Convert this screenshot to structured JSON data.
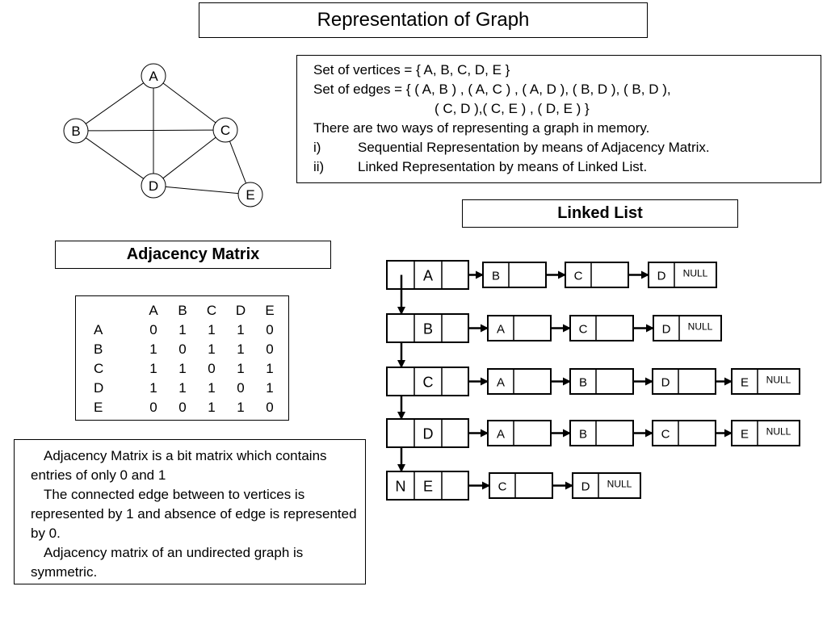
{
  "title": "Representation of Graph",
  "info": {
    "line1": "Set of vertices = { A, B, C, D, E }",
    "line2": "Set of edges = { ( A, B ) , ( A, C ) , ( A, D ), ( B, D ), ( B, D ),",
    "line3": "( C, D ),( C, E ) , ( D, E ) }",
    "line4": "There are two ways of representing a  graph in memory.",
    "item1_num": "i)",
    "item1_text": "Sequential Representation by means of Adjacency Matrix.",
    "item2_num": "ii)",
    "item2_text": "Linked Representation by means of Linked List."
  },
  "linked_list_title": "Linked List",
  "adjacency_matrix_title": "Adjacency Matrix",
  "graph": {
    "nodes": [
      "A",
      "B",
      "C",
      "D",
      "E"
    ],
    "edges": [
      [
        "A",
        "B"
      ],
      [
        "A",
        "C"
      ],
      [
        "A",
        "D"
      ],
      [
        "B",
        "C"
      ],
      [
        "B",
        "D"
      ],
      [
        "C",
        "D"
      ],
      [
        "C",
        "E"
      ],
      [
        "D",
        "E"
      ]
    ]
  },
  "matrix": {
    "headers": [
      "A",
      "B",
      "C",
      "D",
      "E"
    ],
    "rows": [
      {
        "label": "A",
        "values": [
          "0",
          "1",
          "1",
          "1",
          "0"
        ]
      },
      {
        "label": "B",
        "values": [
          "1",
          "0",
          "1",
          "1",
          "0"
        ]
      },
      {
        "label": "C",
        "values": [
          "1",
          "1",
          "0",
          "1",
          "1"
        ]
      },
      {
        "label": "D",
        "values": [
          "1",
          "1",
          "1",
          "0",
          "1"
        ]
      },
      {
        "label": "E",
        "values": [
          "0",
          "0",
          "1",
          "1",
          "0"
        ]
      }
    ]
  },
  "linked_lists": [
    {
      "left": "",
      "head": "A",
      "nodes": [
        "B",
        "C",
        "D"
      ]
    },
    {
      "left": "",
      "head": "B",
      "nodes": [
        "A",
        "C",
        "D"
      ]
    },
    {
      "left": "",
      "head": "C",
      "nodes": [
        "A",
        "B",
        "D",
        "E"
      ]
    },
    {
      "left": "",
      "head": "D",
      "nodes": [
        "A",
        "B",
        "C",
        "E"
      ]
    },
    {
      "left": "N",
      "head": "E",
      "nodes": [
        "C",
        "D"
      ]
    }
  ],
  "null_label": "NULL",
  "description": {
    "p1": "Adjacency Matrix is a bit matrix which contains entries of only 0 and 1",
    "p2": "The connected edge between to vertices is represented by 1 and absence of edge is represented by 0.",
    "p3": "Adjacency matrix of an undirected graph is symmetric."
  }
}
